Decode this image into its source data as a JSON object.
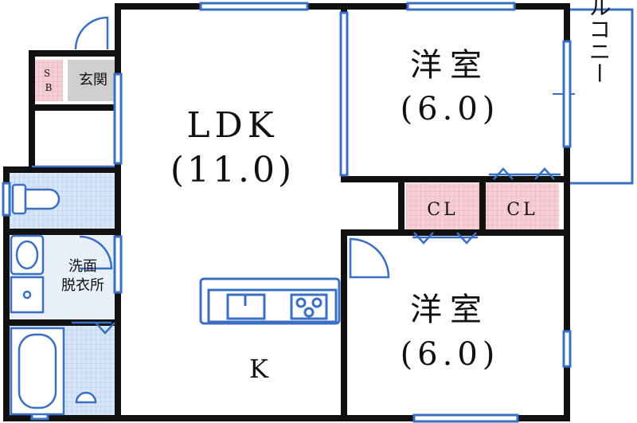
{
  "rooms": {
    "ldk_label": "LDK",
    "ldk_size": "(11.0)",
    "bedroom_upper_label": "洋室",
    "bedroom_upper_size": "(6.0)",
    "bedroom_lower_label": "洋室",
    "bedroom_lower_size": "(6.0)",
    "closet_left": "CL",
    "closet_right": "CL",
    "kitchen": "K",
    "entrance": "玄関",
    "shoe_box": "S\nB",
    "washroom_line1": "洗面",
    "washroom_line2": "脱衣所",
    "balcony": "バルコニー"
  },
  "colors": {
    "wall": "#111111",
    "fixture_blue": "#3a6fc4",
    "tile_blue": "#cfe0f4",
    "closet_pink": "#f3c9cf",
    "entrance_gray": "#c8c8c8"
  }
}
